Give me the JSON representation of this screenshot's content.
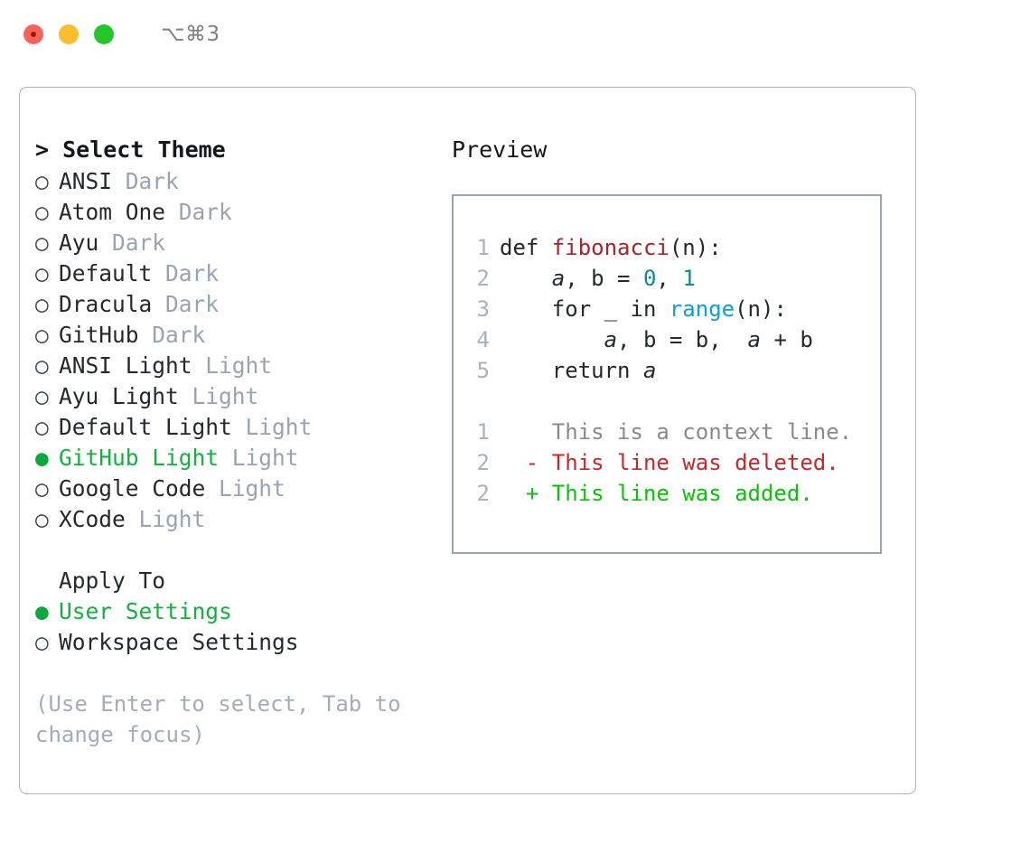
{
  "window": {
    "shortcut": "⌥⌘3",
    "traffic_lights": [
      "close-red",
      "minimize-yellow",
      "maximize-green"
    ]
  },
  "theme_panel": {
    "header": "> Select Theme",
    "items": [
      {
        "marker": "○",
        "label": "ANSI",
        "tag": "Dark",
        "selected": false
      },
      {
        "marker": "○",
        "label": "Atom One",
        "tag": "Dark",
        "selected": false
      },
      {
        "marker": "○",
        "label": "Ayu",
        "tag": "Dark",
        "selected": false
      },
      {
        "marker": "○",
        "label": "Default",
        "tag": "Dark",
        "selected": false
      },
      {
        "marker": "○",
        "label": "Dracula",
        "tag": "Dark",
        "selected": false
      },
      {
        "marker": "○",
        "label": "GitHub",
        "tag": "Dark",
        "selected": false
      },
      {
        "marker": "○",
        "label": "ANSI Light",
        "tag": "Light",
        "selected": false
      },
      {
        "marker": "○",
        "label": "Ayu Light",
        "tag": "Light",
        "selected": false
      },
      {
        "marker": "○",
        "label": "Default Light",
        "tag": "Light",
        "selected": false
      },
      {
        "marker": "●",
        "label": "GitHub Light",
        "tag": "Light",
        "selected": true
      },
      {
        "marker": "○",
        "label": "Google Code",
        "tag": "Light",
        "selected": false
      },
      {
        "marker": "○",
        "label": "XCode",
        "tag": "Light",
        "selected": false
      }
    ]
  },
  "apply_to": {
    "title": "Apply To",
    "items": [
      {
        "marker": "●",
        "label": "User Settings",
        "selected": true
      },
      {
        "marker": "○",
        "label": "Workspace Settings",
        "selected": false
      }
    ]
  },
  "hint": "(Use Enter to select, Tab to change focus)",
  "preview": {
    "title": "Preview",
    "code_lines": [
      {
        "no": "1",
        "tokens": [
          {
            "t": "def ",
            "c": "plain"
          },
          {
            "t": "fibonacci",
            "c": "func"
          },
          {
            "t": "(n):",
            "c": "plain"
          }
        ]
      },
      {
        "no": "2",
        "tokens": [
          {
            "t": "    ",
            "c": "plain"
          },
          {
            "t": "a",
            "c": "var"
          },
          {
            "t": ", ",
            "c": "plain"
          },
          {
            "t": "b",
            "c": "plain"
          },
          {
            "t": " = ",
            "c": "plain"
          },
          {
            "t": "0",
            "c": "num"
          },
          {
            "t": ", ",
            "c": "plain"
          },
          {
            "t": "1",
            "c": "num"
          }
        ]
      },
      {
        "no": "3",
        "tokens": [
          {
            "t": "    for _ in ",
            "c": "plain"
          },
          {
            "t": "range",
            "c": "call"
          },
          {
            "t": "(n):",
            "c": "plain"
          }
        ]
      },
      {
        "no": "4",
        "tokens": [
          {
            "t": "        ",
            "c": "plain"
          },
          {
            "t": "a",
            "c": "var"
          },
          {
            "t": ", b = b, ",
            "c": "plain"
          },
          {
            "t": " a",
            "c": "var"
          },
          {
            "t": " + b",
            "c": "plain"
          }
        ]
      },
      {
        "no": "5",
        "tokens": [
          {
            "t": "    return ",
            "c": "plain"
          },
          {
            "t": "a",
            "c": "var"
          }
        ]
      }
    ],
    "diff_lines": [
      {
        "no": "1",
        "sign": " ",
        "text": " This is a context line.",
        "kind": "ctx"
      },
      {
        "no": "2",
        "sign": "-",
        "text": " This line was deleted.",
        "kind": "del"
      },
      {
        "no": "2",
        "sign": "+",
        "text": " This line was added.",
        "kind": "add"
      }
    ]
  },
  "colors": {
    "accent_green": "#13b13f",
    "tag_muted": "#98a3b3",
    "border": "#a9b3c1",
    "preview_border": "#9aa5b4",
    "func_red": "#a9232b",
    "call_blue": "#0e9fd8",
    "num_teal": "#0f8b8b",
    "diff_add": "#0bc20b",
    "diff_del": "#c62828",
    "diff_ctx": "#8a8a8a",
    "lineno": "#a8b2c0"
  }
}
